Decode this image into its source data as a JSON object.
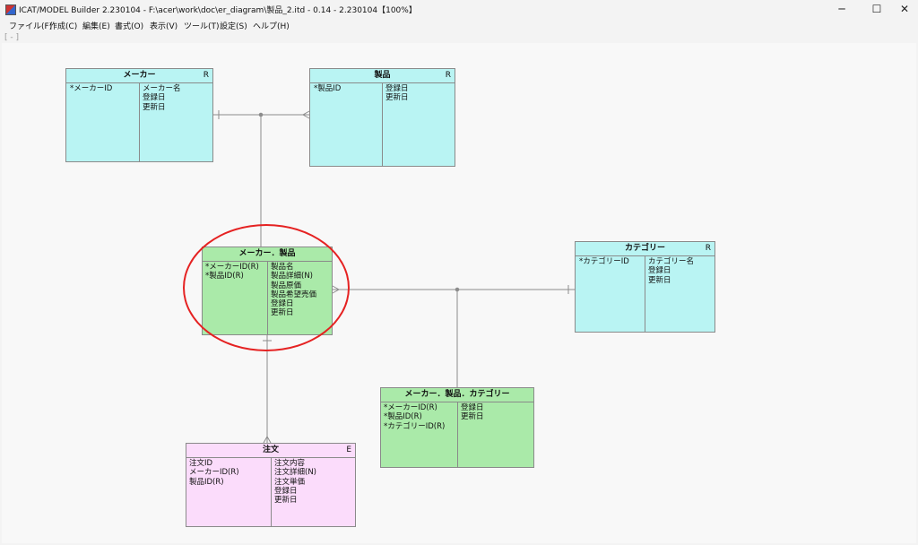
{
  "window": {
    "title": "ICAT/MODEL Builder 2.230104 - F:\\acer\\work\\doc\\er_diagram\\製品_2.itd - 0.14 - 2.230104【100%】",
    "minimize": "─",
    "maximize": "☐",
    "close": "✕"
  },
  "menu": [
    "ファイル(F)",
    "作成(C)",
    "編集(E)",
    "書式(O)",
    "表示(V)",
    "ツール(T)",
    "設定(S)",
    "ヘルプ(H)"
  ],
  "breadcrumb": "[ - ]",
  "entities": {
    "maker": {
      "name": "メーカー",
      "tag": "R",
      "keys": [
        "*メーカーID"
      ],
      "attrs": [
        "メーカー名",
        "登録日",
        "更新日"
      ]
    },
    "product": {
      "name": "製品",
      "tag": "R",
      "keys": [
        "*製品ID"
      ],
      "attrs": [
        "登録日",
        "更新日"
      ]
    },
    "maker_product": {
      "name": "メーカー．製品",
      "tag": "",
      "keys": [
        "*メーカーID(R)",
        "*製品ID(R)"
      ],
      "attrs": [
        "製品名",
        "製品詳細(N)",
        "製品原価",
        "製品希望売価",
        "登録日",
        "更新日"
      ]
    },
    "category": {
      "name": "カテゴリー",
      "tag": "R",
      "keys": [
        "*カテゴリーID"
      ],
      "attrs": [
        "カテゴリー名",
        "登録日",
        "更新日"
      ]
    },
    "maker_product_category": {
      "name": "メーカー．製品．カテゴリー",
      "tag": "",
      "keys": [
        "*メーカーID(R)",
        "*製品ID(R)",
        "*カテゴリーID(R)"
      ],
      "attrs": [
        "登録日",
        "更新日"
      ]
    },
    "order": {
      "name": "注文",
      "tag": "E",
      "keys": [
        "注文ID",
        "メーカーID(R)",
        "製品ID(R)"
      ],
      "attrs": [
        "注文内容",
        "注文詳細(N)",
        "注文単価",
        "登録日",
        "更新日"
      ]
    }
  },
  "colors": {
    "resource_entity": "#b9f4f3",
    "associative_entity": "#aaeaa9",
    "event_entity": "#fbdcfb",
    "highlight": "#e52222"
  }
}
